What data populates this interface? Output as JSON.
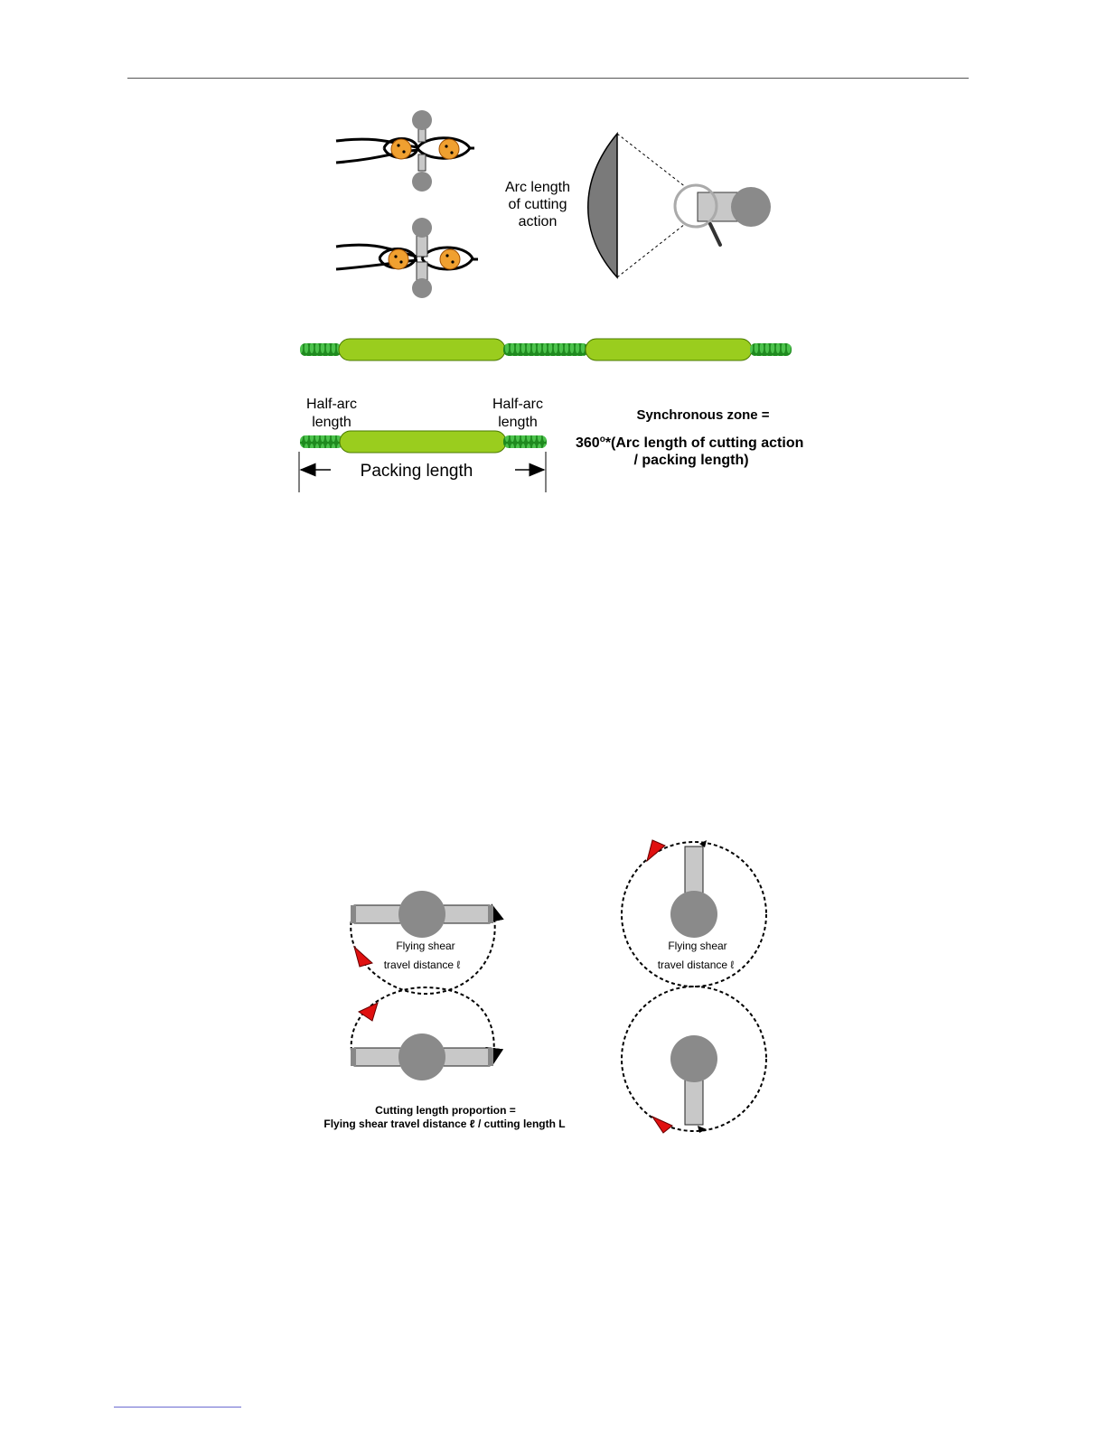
{
  "figure1": {
    "arc_label": [
      "Arc length",
      "of cutting",
      "action"
    ],
    "half_arc_left": [
      "Half-arc",
      "length"
    ],
    "half_arc_right": [
      "Half-arc",
      "length"
    ],
    "packing_length": "Packing length",
    "sync_title": "Synchronous zone =",
    "sync_formula_line1_prefix": "360",
    "sync_formula_sup": "o",
    "sync_formula_line1_rest": "*(Arc length of cutting action",
    "sync_formula_line2": "/ packing length)"
  },
  "figure2": {
    "shear_label_line1": "Flying shear",
    "shear_label_line2": "travel distance ℓ",
    "shear_label_line1_right": "Flying shear",
    "shear_label_line2_right": "travel distance ℓ",
    "proportion_line1": "Cutting length proportion =",
    "proportion_line2": "Flying shear travel distance ℓ / cutting length L"
  },
  "colors": {
    "roller_gray": "#8a8a8a",
    "blade_gray": "#c8c8c8",
    "film_green": "#9acd1e",
    "seal_green": "#2a9a2a",
    "product_orange": "#f0a030",
    "arrow_red": "#e01010"
  }
}
